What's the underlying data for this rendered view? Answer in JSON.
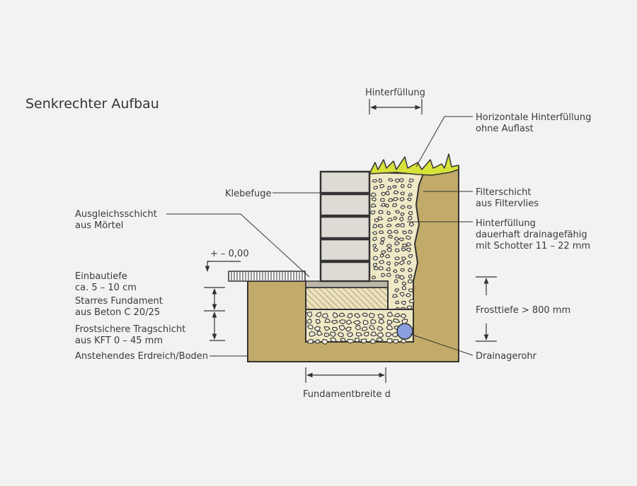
{
  "title": "Senkrechter Aufbau",
  "colors": {
    "background": "#f2f2f2",
    "soil": "#c2ab6a",
    "gravel_fill": "#efe9c7",
    "foundation": "#c9c0a6",
    "stone": "#dedad4",
    "grass": "#d7e23a",
    "drain_pipe": "#8a9fdd",
    "line": "#333333"
  },
  "labels": {
    "hinterfuellung_top": "Hinterfüllung",
    "horizontal_1": "Horizontale Hinterfüllung",
    "horizontal_2": "ohne Auflast",
    "klebefuge": "Klebefuge",
    "ausgleich_1": "Ausgleichsschicht",
    "ausgleich_2": "aus Mörtel",
    "filter_1": "Filterschicht",
    "filter_2": "aus Filtervlies",
    "backfill_1": "Hinterfüllung",
    "backfill_2": "dauerhaft drainagefähig",
    "backfill_3": "mit Schotter 11 – 22 mm",
    "level": "+ – 0,00",
    "einbau_1": "Einbautiefe",
    "einbau_2": "ca. 5 – 10 cm",
    "fundament_1": "Starres Fundament",
    "fundament_2": "aus Beton C 20/25",
    "frost_layer_1": "Frostsichere Tragschicht",
    "frost_layer_2": "aus KFT 0 – 45 mm",
    "soil": "Anstehendes Erdreich/Boden",
    "frosttiefe": "Frosttiefe > 800 mm",
    "drain": "Drainagerohr",
    "width": "Fundamentbreite d"
  }
}
